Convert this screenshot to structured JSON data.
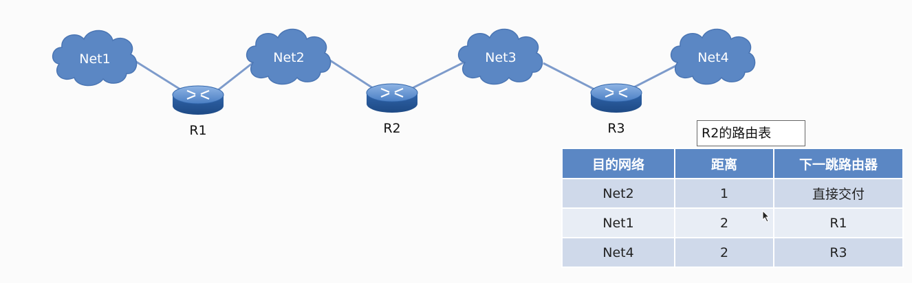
{
  "clouds": [
    {
      "label": "Net1"
    },
    {
      "label": "Net2"
    },
    {
      "label": "Net3"
    },
    {
      "label": "Net4"
    }
  ],
  "routers": [
    {
      "label": "R1"
    },
    {
      "label": "R2"
    },
    {
      "label": "R3"
    }
  ],
  "routing_table": {
    "caption": "R2的路由表",
    "headers": [
      "目的网络",
      "距离",
      "下一跳路由器"
    ],
    "rows": [
      [
        "Net2",
        "1",
        "直接交付"
      ],
      [
        "Net1",
        "2",
        "R1"
      ],
      [
        "Net4",
        "2",
        "R3"
      ]
    ]
  },
  "colors": {
    "cloud": "#5b87c4",
    "router": "#3a6fb0",
    "link": "#7d9bcb",
    "table_header": "#5b87c4"
  }
}
